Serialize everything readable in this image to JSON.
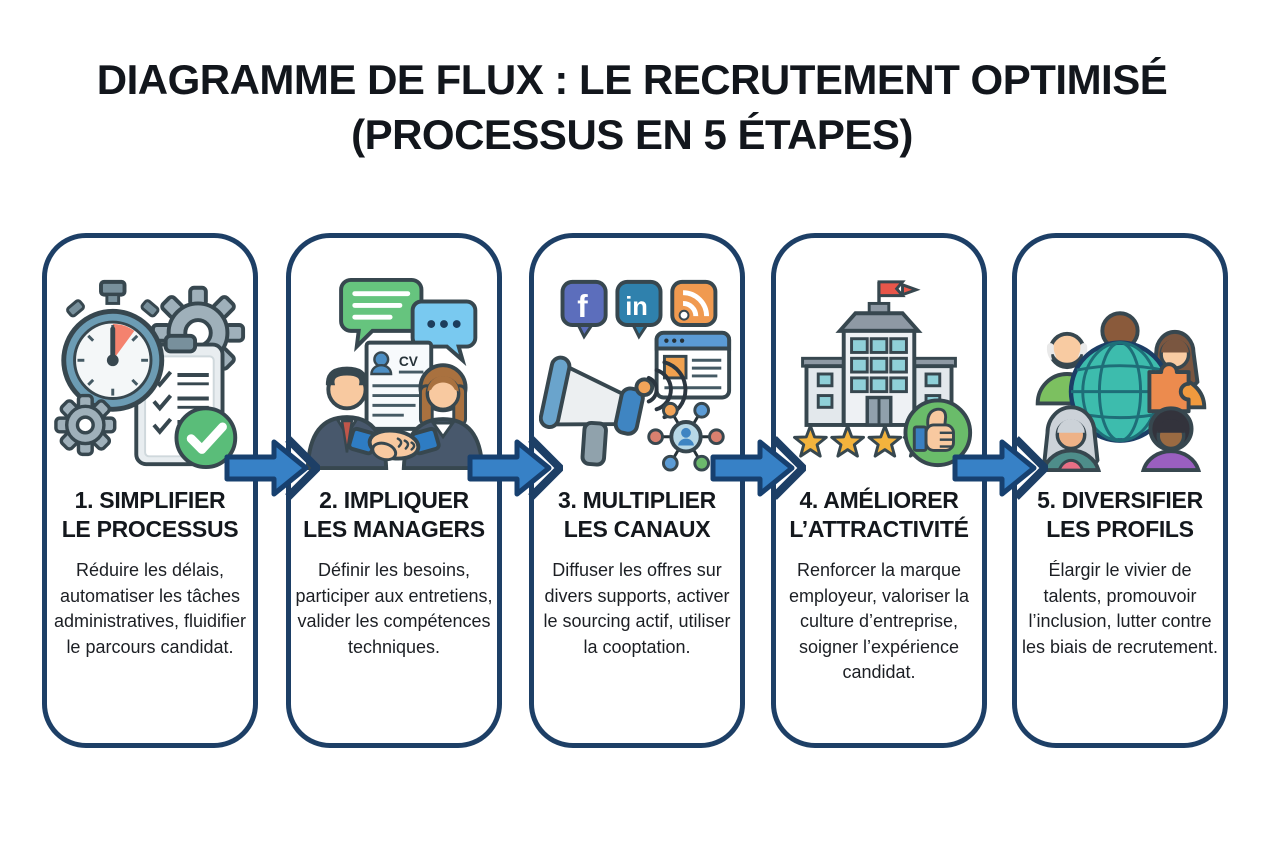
{
  "title": {
    "line1": "DIAGRAMME DE FLUX : LE RECRUTEMENT OPTIMISÉ",
    "line2": "(PROCESSUS EN 5 ÉTAPES)"
  },
  "palette": {
    "background": "#ffffff",
    "card_border": "#1d3f66",
    "title_text": "#12161c",
    "body_text": "#1c1f24",
    "arrow_fill": "#3781c6",
    "arrow_outline": "#17406f",
    "success_green": "#5abd79",
    "star_gold": "#f3b33d"
  },
  "steps": [
    {
      "number": "1",
      "icon": "stopwatch-gears-checklist-icon",
      "title_line1": "1. SIMPLIFIER",
      "title_line2": "LE PROCESSUS",
      "description": "Réduire les délais, automatiser les tâches administratives, fluidifier le parcours candidat."
    },
    {
      "number": "2",
      "icon": "handshake-managers-icon",
      "icon_text": "CV",
      "title_line1": "2. IMPLIQUER",
      "title_line2": "LES MANAGERS",
      "description": "Définir les besoins, participer aux entretiens, valider les compétences techniques."
    },
    {
      "number": "3",
      "icon": "megaphone-social-channels-icon",
      "badges": {
        "facebook": "f",
        "linkedin": "in"
      },
      "title_line1": "3. MULTIPLIER",
      "title_line2": "LES CANAUX",
      "description": "Diffuser les offres sur divers supports, activer le sourcing actif, utiliser la cooptation."
    },
    {
      "number": "4",
      "icon": "company-rating-thumbs-up-icon",
      "title_line1": "4. AMÉLIORER",
      "title_line2": "L’ATTRACTIVITÉ",
      "description": "Renforcer la marque employeur, valoriser la culture d’entreprise, soigner l’expérience candidat."
    },
    {
      "number": "5",
      "icon": "diverse-people-globe-icon",
      "title_line1": "5. DIVERSIFIER",
      "title_line2": "LES PROFILS",
      "description": "Élargir le vivier de talents, promouvoir l’inclusion, lutter contre les biais de recrutement."
    }
  ]
}
